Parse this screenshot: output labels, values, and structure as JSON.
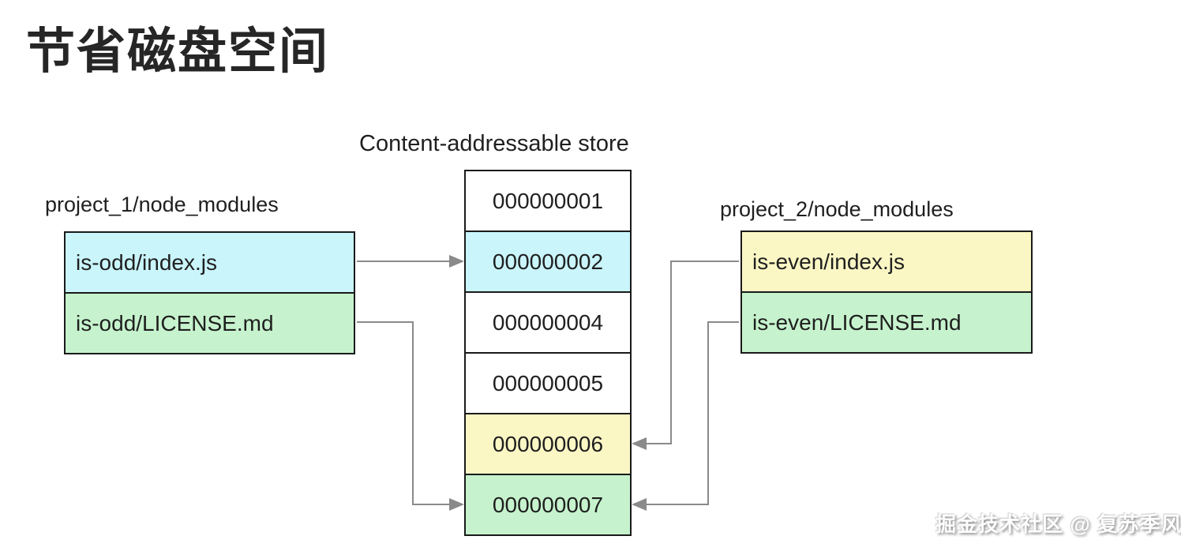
{
  "title": "节省磁盘空间",
  "store": {
    "heading": "Content-addressable store",
    "cells": [
      {
        "id": "000000001",
        "bg": "#ffffff"
      },
      {
        "id": "000000002",
        "bg": "#c9f5fb"
      },
      {
        "id": "000000004",
        "bg": "#ffffff"
      },
      {
        "id": "000000005",
        "bg": "#ffffff"
      },
      {
        "id": "000000006",
        "bg": "#fbf7c5"
      },
      {
        "id": "000000007",
        "bg": "#c6f3cd"
      }
    ]
  },
  "project_1": {
    "label": "project_1/node_modules",
    "files": [
      {
        "name": "is-odd/index.js",
        "bg": "#c9f5fb"
      },
      {
        "name": "is-odd/LICENSE.md",
        "bg": "#c6f3cd"
      }
    ]
  },
  "project_2": {
    "label": "project_2/node_modules",
    "files": [
      {
        "name": "is-even/index.js",
        "bg": "#fbf7c5"
      },
      {
        "name": "is-even/LICENSE.md",
        "bg": "#c6f3cd"
      }
    ]
  },
  "links": [
    {
      "from": "project_1/node_modules is-odd/index.js",
      "to": "000000002"
    },
    {
      "from": "project_1/node_modules is-odd/LICENSE.md",
      "to": "000000007"
    },
    {
      "from": "project_2/node_modules is-even/index.js",
      "to": "000000006"
    },
    {
      "from": "project_2/node_modules is-even/LICENSE.md",
      "to": "000000007"
    }
  ],
  "watermark": "掘金技术社区 @ 复苏季风",
  "colors": {
    "arrow": "#8a8a8a",
    "border": "#1a1a1a",
    "text": "#1f1f1f",
    "background": "#ffffff"
  }
}
